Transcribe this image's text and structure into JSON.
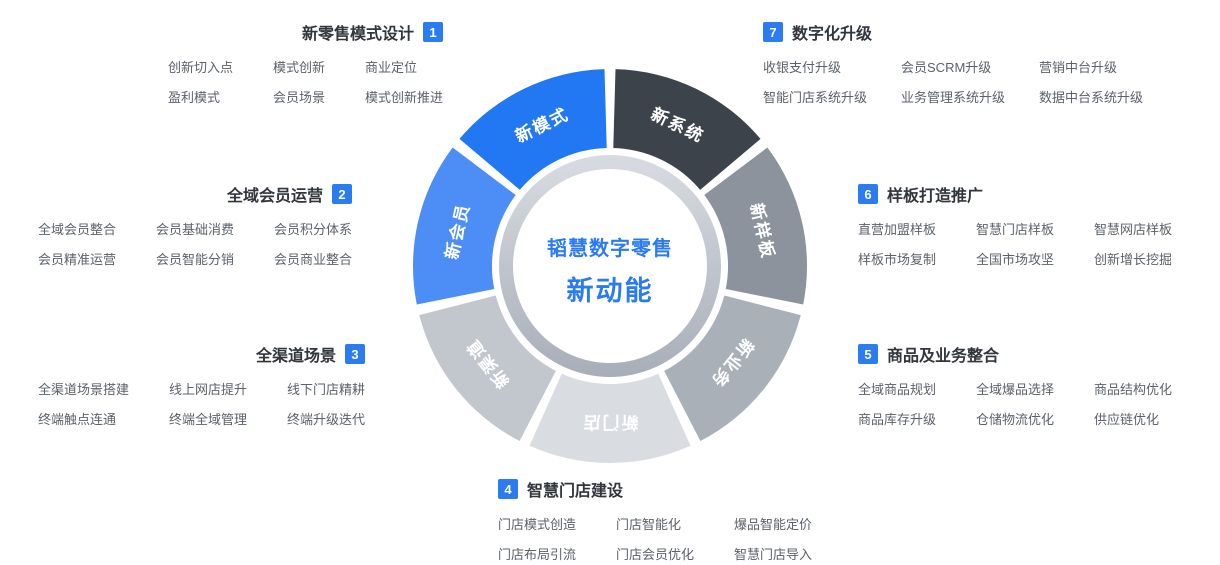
{
  "center": {
    "title": "韬慧数字零售",
    "subtitle": "新动能",
    "text_color": "#2a7bf0"
  },
  "badge_color": "#2b7cf0",
  "wheel": {
    "segments": [
      {
        "label": "新系统",
        "color": "#3d434b",
        "text_color": "#ffffff"
      },
      {
        "label": "新样板",
        "color": "#8d939c",
        "text_color": "#ffffff"
      },
      {
        "label": "新业务",
        "color": "#aab0b8",
        "text_color": "#ffffff"
      },
      {
        "label": "新门店",
        "color": "#d9dce1",
        "text_color": "#ffffff"
      },
      {
        "label": "新渠道",
        "color": "#c2c6cd",
        "text_color": "#ffffff"
      },
      {
        "label": "新会员",
        "color": "#4d8df6",
        "text_color": "#ffffff"
      },
      {
        "label": "新模式",
        "color": "#2277f2",
        "text_color": "#ffffff"
      }
    ]
  },
  "groups": [
    {
      "number": "1",
      "title": "新零售模式设计",
      "items": [
        "创新切入点",
        "模式创新",
        "商业定位",
        "盈利模式",
        "会员场景",
        "模式创新推进"
      ]
    },
    {
      "number": "2",
      "title": "全域会员运营",
      "items": [
        "全域会员整合",
        "会员基础消费",
        "会员积分体系",
        "会员精准运营",
        "会员智能分销",
        "会员商业整合"
      ]
    },
    {
      "number": "3",
      "title": "全渠道场景",
      "items": [
        "全渠道场景搭建",
        "线上网店提升",
        "线下门店精耕",
        "终端触点连通",
        "终端全域管理",
        "终端升级迭代"
      ]
    },
    {
      "number": "4",
      "title": "智慧门店建设",
      "items": [
        "门店模式创造",
        "门店智能化",
        "爆品智能定价",
        "门店布局引流",
        "门店会员优化",
        "智慧门店导入"
      ]
    },
    {
      "number": "5",
      "title": "商品及业务整合",
      "items": [
        "全域商品规划",
        "全域爆品选择",
        "商品结构优化",
        "商品库存升级",
        "仓储物流优化",
        "供应链优化"
      ]
    },
    {
      "number": "6",
      "title": "样板打造推广",
      "items": [
        "直营加盟样板",
        "智慧门店样板",
        "智慧网店样板",
        "样板市场复制",
        "全国市场攻坚",
        "创新增长挖掘"
      ]
    },
    {
      "number": "7",
      "title": "数字化升级",
      "items": [
        "收银支付升级",
        "会员SCRM升级",
        "营销中台升级",
        "智能门店系统升级",
        "业务管理系统升级",
        "数据中台系统升级"
      ]
    }
  ]
}
